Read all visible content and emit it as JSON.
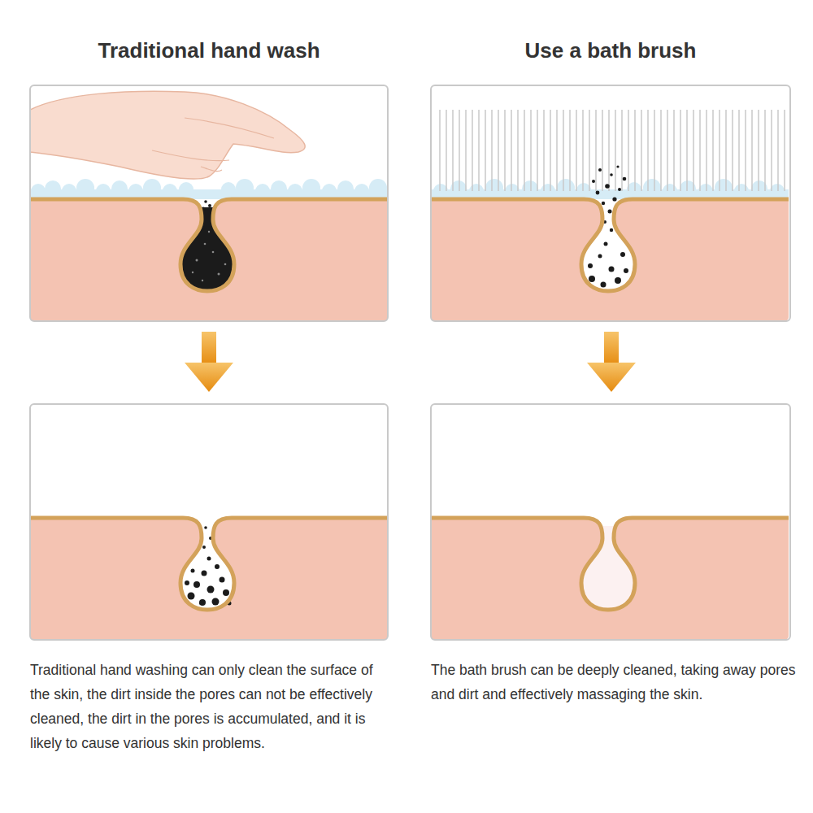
{
  "diagram": {
    "labels": [
      "Traditional hand wash",
      "Use a bath brush",
      "Traditional hand washing can only clean the surface of the skin, the dirt inside the pores can not be effectively cleaned, the dirt in the pores is accumulated, and it is likely to cause various skin problems.",
      "The bath brush can be deeply cleaned, taking away pores and dirt and effectively massaging the skin."
    ]
  }
}
